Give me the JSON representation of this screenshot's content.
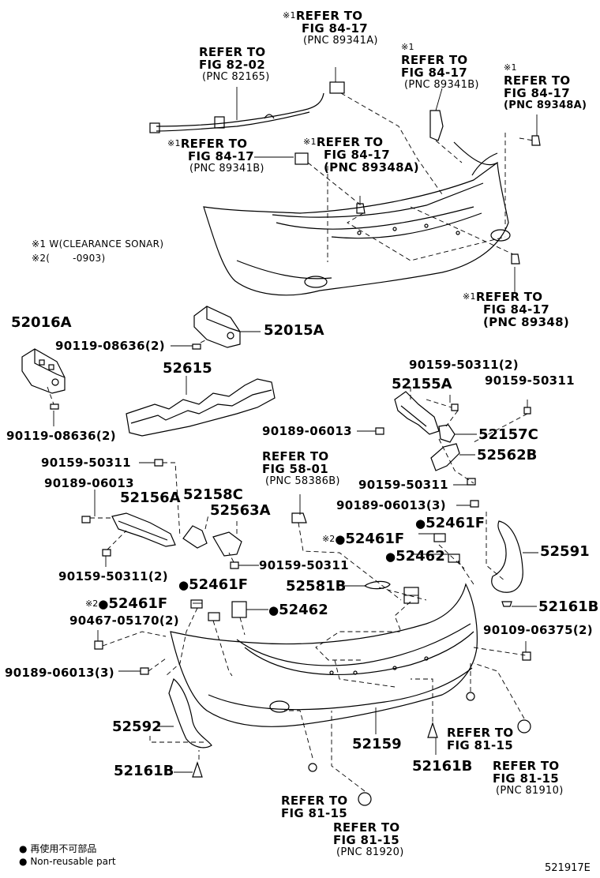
{
  "callouts": {
    "ref_89341a": {
      "mark": "※1",
      "l1": "REFER TO",
      "l2": "FIG 84-17",
      "l3": "(PNC 89341A)"
    },
    "ref_82165": {
      "mark": "",
      "l1": "REFER TO",
      "l2": "FIG 82-02",
      "l3": "(PNC 82165)"
    },
    "ref_89341b_top": {
      "mark": "※1",
      "l1": "REFER TO",
      "l2": "FIG 84-17",
      "l3": "(PNC 89341B)"
    },
    "ref_89348a_right": {
      "mark": "※1",
      "l1": "REFER TO",
      "l2": "FIG 84-17",
      "l3": "(PNC 89348A)"
    },
    "ref_89341b_mid": {
      "mark": "※1",
      "l1": "REFER TO",
      "l2": "FIG 84-17",
      "l3": "(PNC 89341B)"
    },
    "ref_89348a_mid": {
      "mark": "※1",
      "l1": "REFER TO",
      "l2": "FIG 84-17",
      "l3": "(PNC 89348A)"
    },
    "ref_89348": {
      "mark": "※1",
      "l1": "REFER TO",
      "l2": "FIG 84-17",
      "l3": "(PNC 89348)"
    },
    "ref_58386b": {
      "l1": "REFER TO",
      "l2": "FIG 58-01",
      "l3": "(PNC 58386B)"
    },
    "ref_8115_a": {
      "l1": "REFER TO",
      "l2": "FIG 81-15"
    },
    "ref_81910": {
      "l1": "REFER TO",
      "l2": "FIG 81-15",
      "l3": "(PNC 81910)"
    },
    "ref_8115_b": {
      "l1": "REFER TO",
      "l2": "FIG 81-15"
    },
    "ref_81920": {
      "l1": "REFER TO",
      "l2": "FIG 81-15",
      "l3": "(PNC 81920)"
    }
  },
  "notes": {
    "n1_mark": "※1",
    "n1_text": "W(CLEARANCE SONAR)",
    "n2_mark": "※2",
    "n2_text": "(       -0903)"
  },
  "parts": {
    "p52016a": "52016A",
    "p52015a": "52015A",
    "p90119a": "90119-08636(2)",
    "p90119b": "90119-08636(2)",
    "p52615": "52615",
    "p90159_2a": "90159-50311(2)",
    "p52155a": "52155A",
    "p90159a": "90159-50311",
    "p90189a": "90189-06013",
    "p52157c": "52157C",
    "p52562b": "52562B",
    "p90159b": "90159-50311",
    "p90189b": "90189-06013",
    "p52156a": "52156A",
    "p52158c": "52158C",
    "p52563a": "52563A",
    "p90159c": "90159-50311",
    "p90189_3a": "90189-06013(3)",
    "p52461f_a": "52461F",
    "p52461f_b": "52461F",
    "p52591": "52591",
    "p90159_2b": "90159-50311(2)",
    "p90159d": "90159-50311",
    "p52462_a": "52462",
    "p52581b": "52581B",
    "p52461f_c": "52461F",
    "p52461f_d": "52461F",
    "p52462_b": "52462",
    "p52161b_a": "52161B",
    "p90467": "90467-05170(2)",
    "p90109": "90109-06375(2)",
    "p90189_3b": "90189-06013(3)",
    "p52592": "52592",
    "p52159": "52159",
    "p52161b_b": "52161B",
    "p52161b_c": "52161B"
  },
  "marks": {
    "star2": "※2",
    "dot": "●"
  },
  "legend": {
    "jp": "再使用不可部品",
    "en": "Non-reusable part"
  },
  "figure_id": "521917E"
}
